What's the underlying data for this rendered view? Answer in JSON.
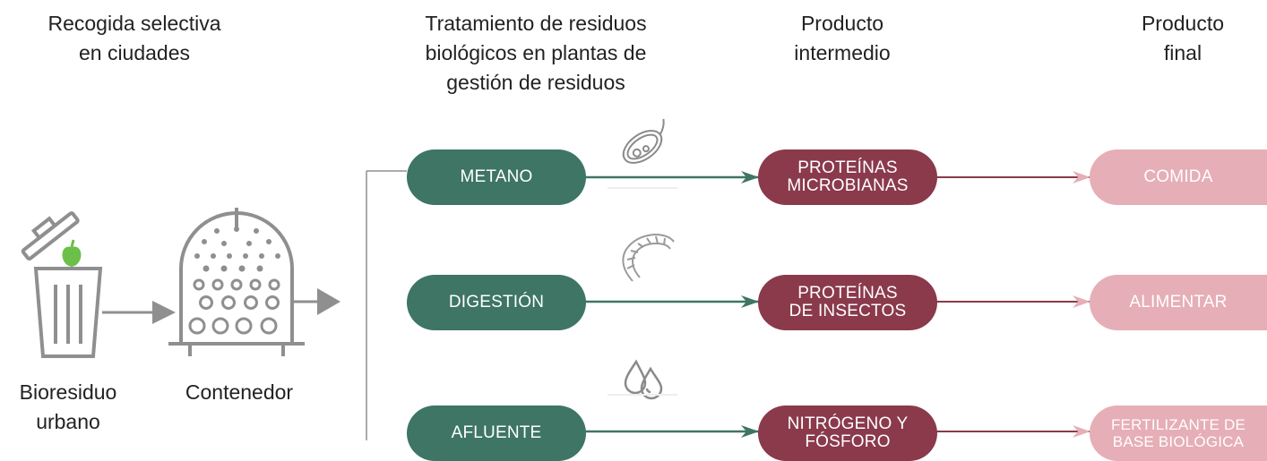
{
  "headers": {
    "collection": [
      "Recogida selectiva",
      "en ciudades"
    ],
    "treatment": [
      "Tratamiento de residuos",
      "biológicos en plantas de",
      "gestión de residuos"
    ],
    "intermediate": [
      "Producto",
      "intermedio"
    ],
    "final": [
      "Producto",
      "final"
    ]
  },
  "left_labels": {
    "biowaste": [
      "Bioresiduo",
      "urbano"
    ],
    "container": "Contenedor"
  },
  "rows": [
    {
      "treatment": "METANO",
      "intermediate": [
        "PROTEÍNAS",
        "MICROBIANAS"
      ],
      "final": [
        "COMIDA"
      ],
      "icon": "microbe-icon"
    },
    {
      "treatment": "DIGESTIÓN",
      "intermediate": [
        "PROTEÍNAS",
        "DE INSECTOS"
      ],
      "final": [
        "ALIMENTAR"
      ],
      "icon": "larva-icon"
    },
    {
      "treatment": "AFLUENTE",
      "intermediate": [
        "NITRÓGENO Y",
        "FÓSFORO"
      ],
      "final": [
        "FERTILIZANTE DE",
        "BASE BIOLÓGICA"
      ],
      "icon": "droplets-icon"
    }
  ],
  "colors": {
    "treatment": "#3e7565",
    "intermediate": "#8a3a4b",
    "final": "#e6aeb6",
    "apple": "#6cc04a",
    "icon_gray": "#8a8a8a"
  }
}
